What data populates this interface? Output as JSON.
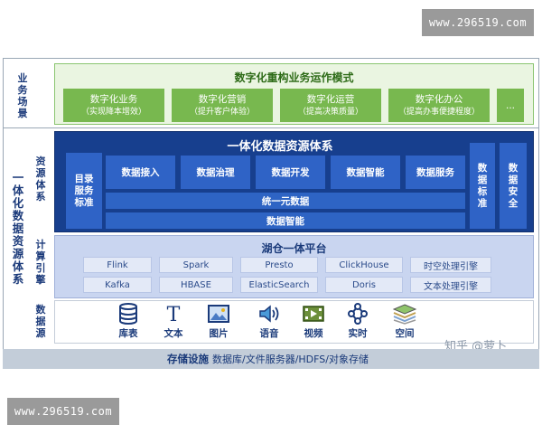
{
  "watermarks": {
    "top": "www.296519.com",
    "bottom": "www.296519.com"
  },
  "left_labels": {
    "business": [
      "业",
      "务",
      "场",
      "景"
    ],
    "overall": [
      "一",
      "体",
      "化",
      "数",
      "据",
      "资",
      "源",
      "体",
      "系"
    ],
    "resource": [
      "资",
      "源",
      "体",
      "系"
    ],
    "compute": [
      "计",
      "算",
      "引",
      "擎"
    ],
    "source": [
      "数",
      "据",
      "源"
    ]
  },
  "business": {
    "title": "数字化重构业务运作模式",
    "cards": [
      {
        "title": "数字化业务",
        "sub": "（实现降本增效）"
      },
      {
        "title": "数字化营销",
        "sub": "（提升客户体验）"
      },
      {
        "title": "数字化运营",
        "sub": "（提高决策质量）"
      },
      {
        "title": "数字化办公",
        "sub": "（提高办事便捷程度）"
      }
    ],
    "more": "..."
  },
  "resource": {
    "title": "一体化数据资源体系",
    "catalog": [
      "目录",
      "服务",
      "标准"
    ],
    "modules": [
      "数据接入",
      "数据治理",
      "数据开发",
      "数据智能",
      "数据服务"
    ],
    "bar_unified": "统一元数据",
    "bar_intel": "数据智能",
    "side_standard": [
      "数",
      "据",
      "标",
      "准"
    ],
    "side_security": [
      "数",
      "据",
      "安",
      "全"
    ]
  },
  "lakehouse": {
    "title": "湖仓一体平台",
    "row1": [
      "Flink",
      "Spark",
      "Presto",
      "ClickHouse",
      "时空处理引擎"
    ],
    "row2": [
      "Kafka",
      "HBASE",
      "ElasticSearch",
      "Doris",
      "文本处理引擎"
    ]
  },
  "sources": [
    {
      "label": "库表",
      "icon": "database-icon"
    },
    {
      "label": "文本",
      "icon": "text-icon"
    },
    {
      "label": "图片",
      "icon": "image-icon"
    },
    {
      "label": "语音",
      "icon": "speaker-icon"
    },
    {
      "label": "视频",
      "icon": "video-icon"
    },
    {
      "label": "实时",
      "icon": "realtime-icon"
    },
    {
      "label": "空间",
      "icon": "layers-icon"
    }
  ],
  "storage": {
    "title": "存储设施",
    "items": "数据库/文件服务器/HDFS/对象存储"
  },
  "attribution": "知乎 @萝卜"
}
